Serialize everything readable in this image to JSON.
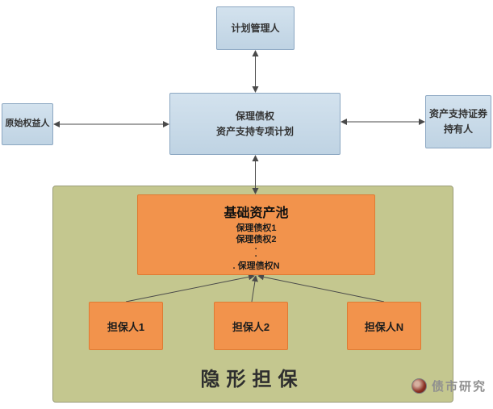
{
  "diagram": {
    "nodes": {
      "plan_manager": {
        "label": "计划管理人"
      },
      "spv": {
        "line1": "保理债权",
        "line2": "资产支持专项计划"
      },
      "originator": {
        "label": "原始权益人"
      },
      "holders": {
        "label": "资产支持证券持有人"
      },
      "pool": {
        "title": "基础资产池",
        "item1": "保理债权1",
        "item2": "保理债权2",
        "dot1": "·",
        "dot2": "·",
        "itemN": ". 保理债权N"
      },
      "guarantor1": {
        "label": "担保人1"
      },
      "guarantor2": {
        "label": "担保人2"
      },
      "guarantorN": {
        "label": "担保人N"
      },
      "hidden_guarantee": {
        "label": "隐形担保"
      }
    },
    "colors": {
      "node_blue": "#c7d9e8",
      "node_blue_border": "#8ca7c2",
      "orange": "#f2934c",
      "orange_border": "#df7b33",
      "olive": "#c4c78f",
      "connector": "#4a4a4a"
    }
  },
  "watermark": {
    "label": "债市研究"
  }
}
